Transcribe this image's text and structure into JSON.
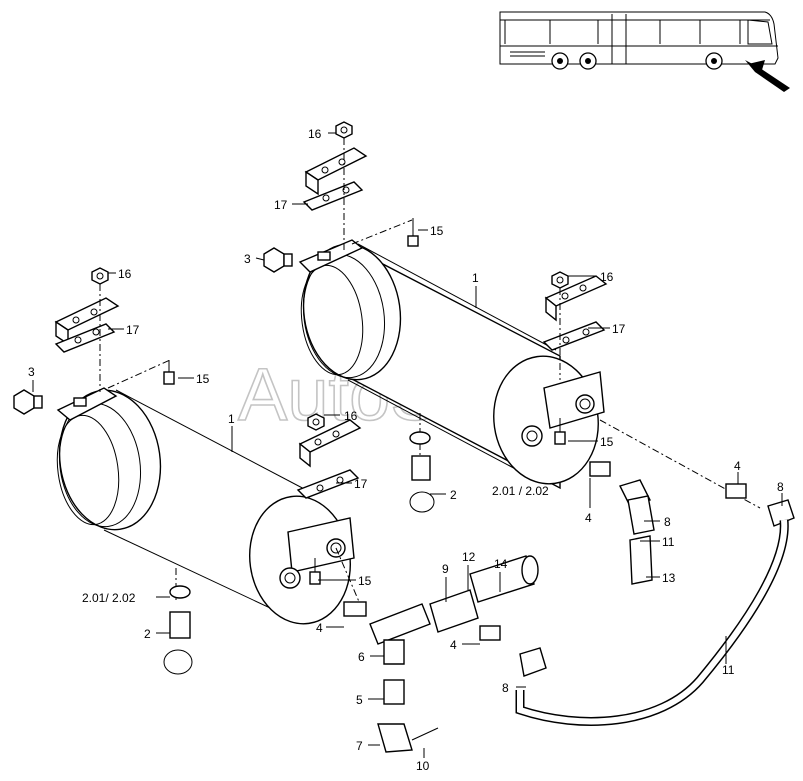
{
  "watermark": "AutoSoft",
  "colors": {
    "line": "#000000",
    "background": "#ffffff",
    "watermark": "#c4c4c4"
  },
  "callouts": [
    {
      "id": "c16a",
      "text": "16"
    },
    {
      "id": "c17a",
      "text": "17"
    },
    {
      "id": "c15a",
      "text": "15"
    },
    {
      "id": "c3a",
      "text": "3"
    },
    {
      "id": "c1a",
      "text": "1"
    },
    {
      "id": "c16b",
      "text": "16"
    },
    {
      "id": "c17b",
      "text": "17"
    },
    {
      "id": "c16c",
      "text": "16"
    },
    {
      "id": "c17c",
      "text": "17"
    },
    {
      "id": "c3b",
      "text": "3"
    },
    {
      "id": "c15b",
      "text": "15"
    },
    {
      "id": "c1b",
      "text": "1"
    },
    {
      "id": "c16d",
      "text": "16"
    },
    {
      "id": "c17d",
      "text": "17"
    },
    {
      "id": "c15c",
      "text": "15"
    },
    {
      "id": "c2a",
      "text": "2"
    },
    {
      "id": "c201a",
      "text": "2.01 / 2.02"
    },
    {
      "id": "c4a",
      "text": "4"
    },
    {
      "id": "c4b",
      "text": "4"
    },
    {
      "id": "c8a",
      "text": "8"
    },
    {
      "id": "c8b",
      "text": "8"
    },
    {
      "id": "c11a",
      "text": "11"
    },
    {
      "id": "c13",
      "text": "13"
    },
    {
      "id": "c14",
      "text": "14"
    },
    {
      "id": "c12",
      "text": "12"
    },
    {
      "id": "c9",
      "text": "9"
    },
    {
      "id": "c15d",
      "text": "15"
    },
    {
      "id": "c201b",
      "text": "2.01/ 2.02"
    },
    {
      "id": "c2b",
      "text": "2"
    },
    {
      "id": "c4c",
      "text": "4"
    },
    {
      "id": "c4d",
      "text": "4"
    },
    {
      "id": "c6",
      "text": "6"
    },
    {
      "id": "c8c",
      "text": "8"
    },
    {
      "id": "c11b",
      "text": "11"
    },
    {
      "id": "c5",
      "text": "5"
    },
    {
      "id": "c7",
      "text": "7"
    },
    {
      "id": "c10",
      "text": "10"
    }
  ]
}
